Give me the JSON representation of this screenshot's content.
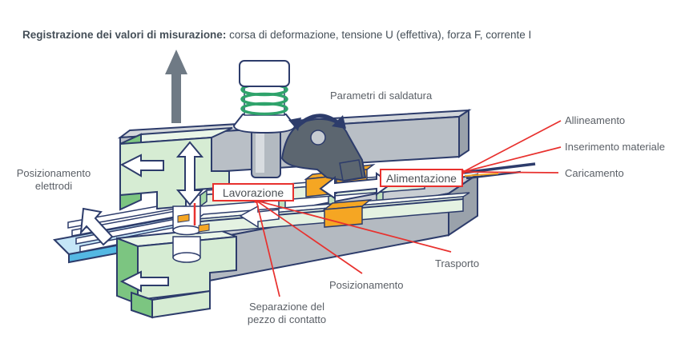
{
  "title": {
    "bold": "Registrazione dei valori di misurazione:",
    "rest": " corsa di deformazione, tensione U (effettiva), forza F, corrente I"
  },
  "labels": {
    "parametri_saldatura": "Parametri di saldatura",
    "posizionamento_elettrodi_line1": "Posizionamento",
    "posizionamento_elettrodi_line2": "elettrodi",
    "allineamento": "Allineamento",
    "inserimento_materiale": "Inserimento materiale",
    "caricamento": "Caricamento",
    "alimentazione": "Alimentazione",
    "lavorazione": "Lavorazione",
    "trasporto": "Trasporto",
    "posizionamento": "Posizionamento",
    "separazione_line1": "Separazione del",
    "separazione_line2": "pezzo di contatto"
  },
  "icons": {
    "up_arrow": "gray upward block arrow",
    "rotation_arrow": "navy curved double-headed arrow",
    "vertical_double_arrow": "white vertical double-headed arrow",
    "horizontal_double_arrow": "white horizontal double-headed arrow",
    "left_arrow": "white left-pointing arrow",
    "feed_arrow": "white diagonal arrow on feed table"
  },
  "colors": {
    "accent_red": "#e8312e",
    "outline_navy": "#2d3c6b",
    "beam_gray": "#b9bfc6",
    "beam_gray_top": "#d3d7db",
    "beam_gray_end": "#9aa2ab",
    "cam_dark_gray": "#5c6670",
    "block_green_front": "#d6ecd3",
    "block_green_side": "#7cc581",
    "block_green_top": "#eaf6e8",
    "rail_green": "#e4f2e2",
    "feed_orange": "#f5a623",
    "table_blue_top": "#c5e6f7",
    "table_blue_edge": "#54b8e3",
    "spring_green": "#2fa36b",
    "big_arrow_gray": "#6f7a85",
    "label_gray": "#5a5f66"
  }
}
